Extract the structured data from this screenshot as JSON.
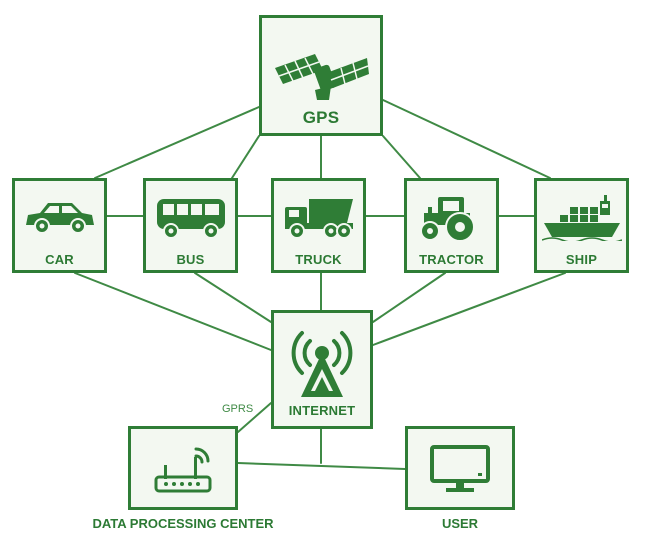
{
  "colors": {
    "primary": "#2f7d36",
    "fill": "#f3f8f1",
    "line": "#3f8a45"
  },
  "nodes": {
    "gps": {
      "label": "GPS",
      "icon": "satellite-icon"
    },
    "car": {
      "label": "CAR",
      "icon": "car-icon"
    },
    "bus": {
      "label": "BUS",
      "icon": "bus-icon"
    },
    "truck": {
      "label": "TRUCK",
      "icon": "dump-truck-icon"
    },
    "tractor": {
      "label": "TRACTOR",
      "icon": "tractor-icon"
    },
    "ship": {
      "label": "SHIP",
      "icon": "ship-icon"
    },
    "internet": {
      "label": "INTERNET",
      "icon": "antenna-icon"
    },
    "dpc": {
      "label": "DATA PROCESSING CENTER",
      "icon": "router-icon"
    },
    "user": {
      "label": "USER",
      "icon": "monitor-icon"
    }
  },
  "edges": {
    "gprs_label": "GPRS"
  }
}
